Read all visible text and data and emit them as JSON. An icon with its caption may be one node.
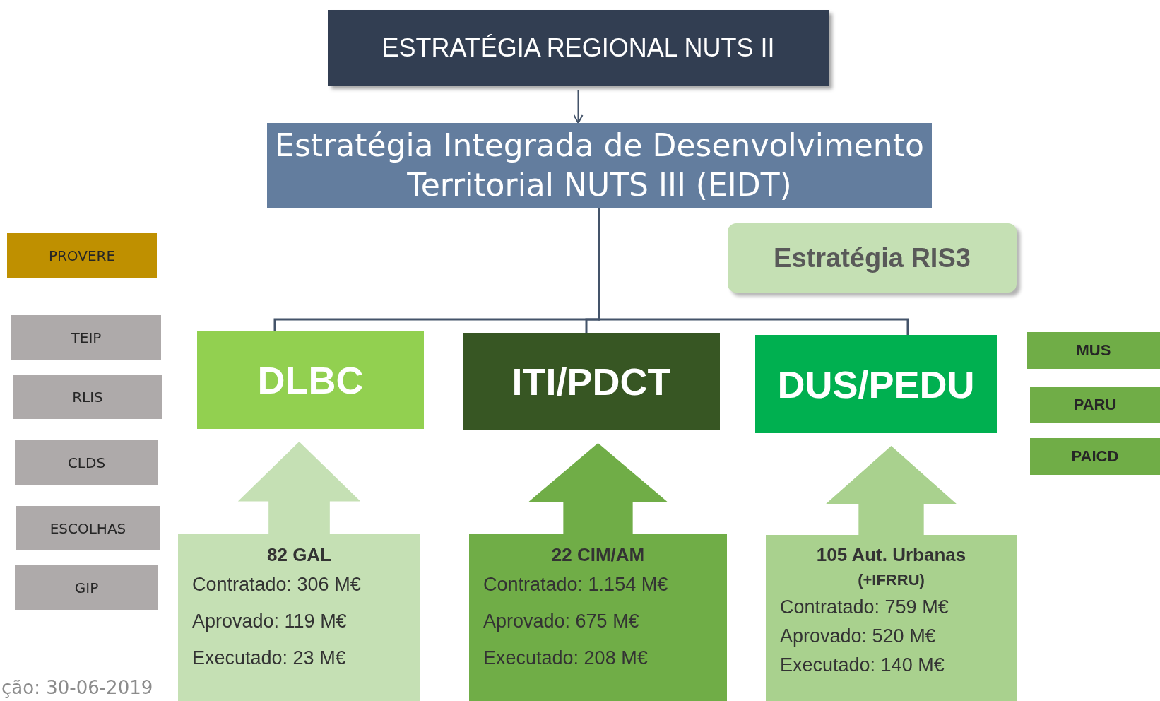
{
  "diagram": {
    "nodes": [
      {
        "text": [
          "ESTRATÉGIA REGIONAL NUTS II"
        ]
      },
      {
        "text": [
          "Estratégia Integrada de Desenvolvimento Territorial NUTS III (EIDT)"
        ]
      },
      {
        "text": [
          "Estratégia RIS3"
        ]
      },
      {
        "text": [
          "DLBC"
        ]
      },
      {
        "text": [
          "ITI/PDCT"
        ]
      },
      {
        "text": [
          "DUS/PEDU"
        ]
      },
      {
        "text": [
          "PROVERE"
        ]
      },
      {
        "text": [
          "TEIP"
        ]
      },
      {
        "text": [
          "RLIS"
        ]
      },
      {
        "text": [
          "CLDS"
        ]
      },
      {
        "text": [
          "ESCOLHAS"
        ]
      },
      {
        "text": [
          "GIP"
        ]
      },
      {
        "text": [
          "MUS"
        ]
      },
      {
        "text": [
          "PARU"
        ]
      },
      {
        "text": [
          "PAICD"
        ]
      },
      {
        "text": [
          "82 GAL",
          "Contratado: 306 M€",
          "Aprovado: 119 M€",
          "Executado: 23 M€"
        ]
      },
      {
        "text": [
          "22 CIM/AM",
          "Contratado: 1.154 M€",
          "Aprovado: 675 M€",
          "Executado: 208 M€"
        ]
      },
      {
        "text": [
          "105 Aut. Urbanas",
          "(+IFRRU)",
          "Contratado: 759 M€",
          "Aprovado: 520 M€",
          "Executado: 140 M€"
        ]
      }
    ],
    "edges": [
      {
        "from": 0,
        "to": 1,
        "arrow": "to"
      },
      {
        "from": 1,
        "to": 3,
        "arrow": "none"
      },
      {
        "from": 1,
        "to": 4,
        "arrow": "none"
      },
      {
        "from": 1,
        "to": 5,
        "arrow": "none"
      },
      {
        "from": 15,
        "to": 3,
        "arrow": "to",
        "style": "thick",
        "color": "#c5e0b4"
      },
      {
        "from": 16,
        "to": 4,
        "arrow": "to",
        "style": "thick",
        "color": "#70ad47"
      },
      {
        "from": 17,
        "to": 5,
        "arrow": "to",
        "style": "thick",
        "color": "#a9d18e"
      }
    ],
    "labels": [
      "ção: 30-06-2019"
    ]
  }
}
